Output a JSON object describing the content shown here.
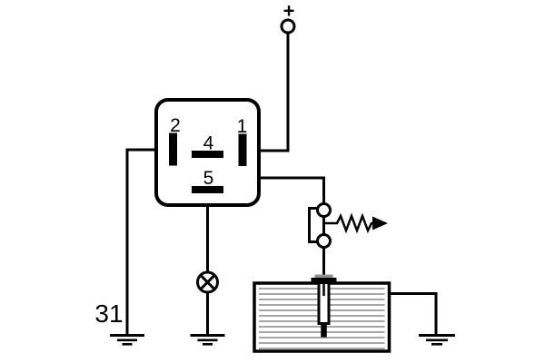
{
  "diagram": {
    "type": "automotive-relay-wiring-diagram",
    "background_color": "#ffffff",
    "line_color": "#000000",
    "tank_hatch_color": "#999999",
    "pump_flange_color": "#8f8f8f",
    "labels": {
      "supply": "+",
      "pin2": "2",
      "pin1": "1",
      "pin4": "4",
      "pin5": "5",
      "terminal31": "31"
    },
    "components": [
      {
        "name": "positive-supply-terminal",
        "label": "+"
      },
      {
        "name": "relay",
        "pins": [
          "2",
          "1",
          "4",
          "5"
        ]
      },
      {
        "name": "ground-terminal-31",
        "label": "31"
      },
      {
        "name": "indicator-lamp"
      },
      {
        "name": "spring-return-switch"
      },
      {
        "name": "fuel-tank-with-in-tank-pump"
      },
      {
        "name": "ground-symbol",
        "count": 3
      }
    ]
  }
}
